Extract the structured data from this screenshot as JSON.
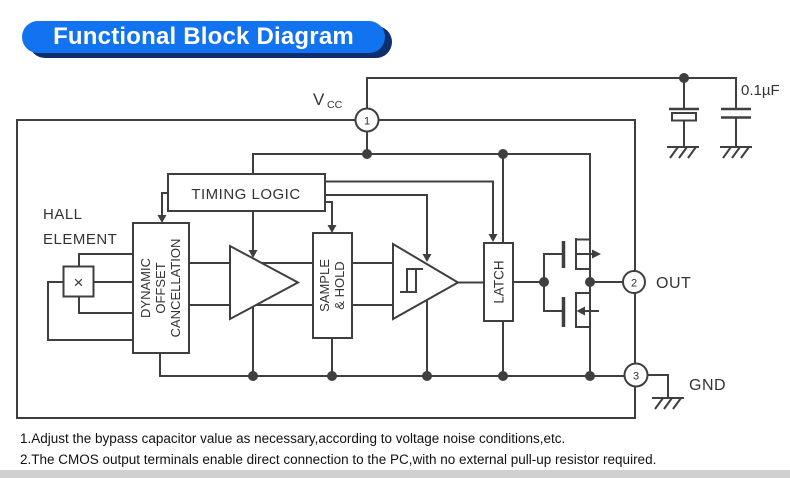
{
  "banner": {
    "title": "Functional Block Diagram"
  },
  "diagram": {
    "supply": {
      "main": "V",
      "sub": "CC"
    },
    "cap_value": "0.1µF",
    "pins": {
      "p1": "1",
      "p2": "2",
      "p3": "3"
    },
    "out_label": "OUT",
    "gnd_label": "GND",
    "hall": {
      "line1": "HALL",
      "line2": "ELEMENT",
      "symbol": "×"
    },
    "blocks": {
      "timing": "TIMING LOGIC",
      "doc": {
        "l1": "DYNAMIC",
        "l2": "OFFSET",
        "l3": "CANCELLATION"
      },
      "sample_hold": {
        "l1": "SAMPLE",
        "l2": "& HOLD"
      },
      "latch": "LATCH"
    }
  },
  "notes": {
    "n1": "1.Adjust the bypass capacitor value as necessary,according to voltage noise conditions,etc.",
    "n2": "2.The CMOS output terminals enable direct connection to the PC,with no external pull-up resistor required."
  },
  "colors": {
    "banner_bg": "#1273f0",
    "banner_shadow": "#0e2f6e",
    "line": "#3f3f3f",
    "bottom_strip": "#d0d0d0"
  }
}
